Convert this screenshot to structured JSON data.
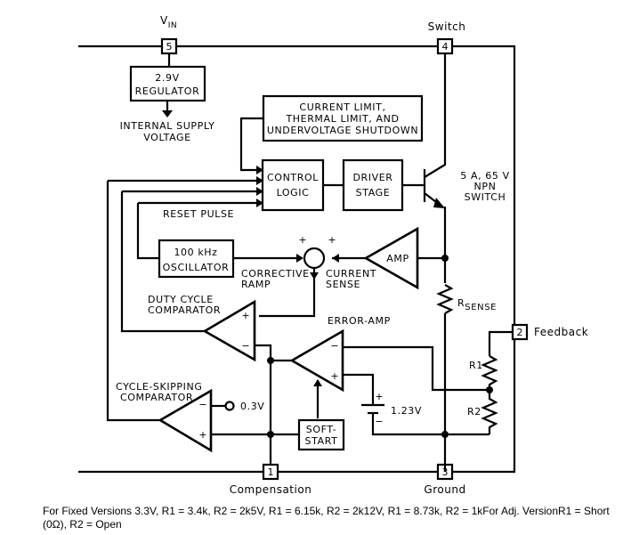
{
  "pins": {
    "vin": {
      "number": "5",
      "name_main": "V",
      "name_sub": "IN"
    },
    "switch": {
      "number": "4",
      "name": "Switch"
    },
    "feedback": {
      "number": "2",
      "name": "Feedback"
    },
    "compensation": {
      "number": "1",
      "name": "Compensation"
    },
    "ground": {
      "number": "3",
      "name": "Ground"
    }
  },
  "blocks": {
    "regulator": {
      "line1": "2.9V",
      "line2": "REGULATOR"
    },
    "internal_supply": {
      "line1": "INTERNAL SUPPLY",
      "line2": "VOLTAGE"
    },
    "protection": {
      "line1": "CURRENT LIMIT,",
      "line2": "THERMAL LIMIT, AND",
      "line3": "UNDERVOLTAGE SHUTDOWN"
    },
    "control_logic": {
      "line1": "CONTROL",
      "line2": "LOGIC"
    },
    "driver_stage": {
      "line1": "DRIVER",
      "line2": "STAGE"
    },
    "npn_switch": {
      "line1": "5 A, 65 V",
      "line2": "NPN",
      "line3": "SWITCH"
    },
    "reset_pulse": "RESET PULSE",
    "oscillator": {
      "line1": "100 kHz",
      "line2": "OSCILLATOR"
    },
    "corrective_ramp": {
      "line1": "CORRECTIVE",
      "line2": "RAMP"
    },
    "current_sense": {
      "line1": "CURRENT",
      "line2": "SENSE"
    },
    "amp": "AMP",
    "rsense": {
      "main": "R",
      "sub": "SENSE"
    },
    "duty_cycle_comparator": {
      "line1": "DUTY CYCLE",
      "line2": "COMPARATOR"
    },
    "error_amp": "ERROR-AMP",
    "cycle_skipping_comparator": {
      "line1": "CYCLE-SKIPPING",
      "line2": "COMPARATOR"
    },
    "threshold": "0.3V",
    "soft_start": {
      "line1": "SOFT-",
      "line2": "START"
    },
    "reference": "1.23V",
    "r1": "R1",
    "r2": "R2"
  },
  "signs": {
    "plus": "+",
    "minus": "−"
  },
  "caption": "For Fixed Versions 3.3V, R1 = 3.4k, R2 = 2k5V, R1 = 6.15k, R2 = 2k12V, R1 = 8.73k, R2 = 1kFor Adj. VersionR1 = Short (0Ω), R2 = Open"
}
